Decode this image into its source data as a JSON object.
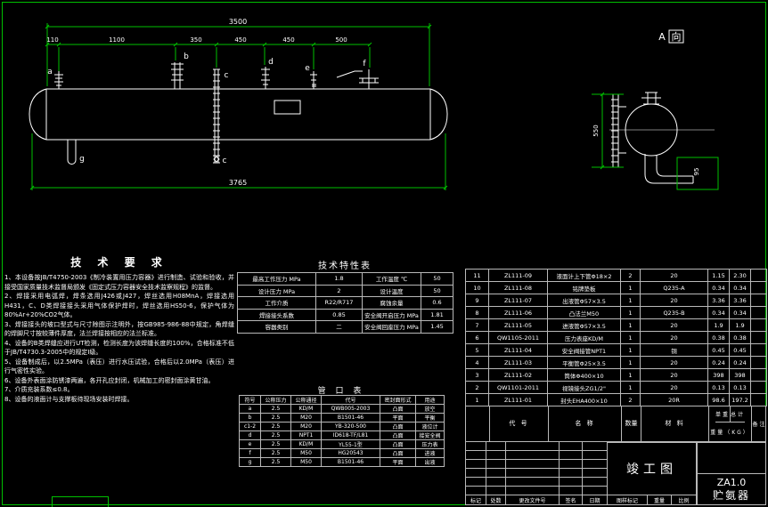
{
  "colors": {
    "background": "#000000",
    "line": "#ffffff",
    "accent_green": "#00c000"
  },
  "front_view": {
    "dims": {
      "total_top": "3500",
      "segments": [
        "110",
        "1100",
        "350",
        "450",
        "450",
        "500"
      ],
      "total_bottom": "3765"
    },
    "labels": {
      "a": "a",
      "b": "b",
      "c_top": "c",
      "c_bottom": "c",
      "d": "d",
      "e": "e",
      "f": "f",
      "g": "g"
    }
  },
  "a_view": {
    "title_a": "A",
    "title_b": "向",
    "dim_left": "550",
    "dim_right": "95"
  },
  "tech_requirements": {
    "title": "技 术 要 求",
    "items": [
      "1、本设备按JB/T4750-2003《制冷装置用压力容器》进行制造、试验和验收，并接受国家质量技术监督局颁发《固定式压力容器安全技术监察规程》的监督。",
      "2、焊接采用电弧焊，焊条选用J426或J427，焊丝选用H08MnA，焊接选用H431，C、D类焊接接头采用气体保护焊时，焊丝选用HS50-6，保护气体为80%Ar+20%CO2气体。",
      "3、焊接接头的坡口型式与尺寸除图示注明外，按GB985-986-88中规定，角焊缝的焊脚尺寸按较薄件厚度，法兰焊接按相应的法兰标准。",
      "4、设备的B类焊缝应进行UT检测，检测长度为该焊缝长度的100%，合格标准不低于JB/T4730.3-2005中的规定Ⅰ级。",
      "5、设备制成后，以2.5MPa（表压）进行水压试验，合格后以2.0MPa（表压）进行气密性实验。",
      "6、设备外表面涂防锈漆两遍，各开孔应封闭，机械加工的密封面涂黄甘油。",
      "7、介质充装系数≤0.8。",
      "8、设备的液面计与支撑板待现场安装时焊接。"
    ]
  },
  "tech_table": {
    "title": "技术特性表",
    "rows": [
      [
        "最高工作压力 MPa",
        "1.8",
        "工作温度 ℃",
        "50"
      ],
      [
        "设计压力 MPa",
        "2",
        "设计温度",
        "50"
      ],
      [
        "工作介质",
        "R22/R717",
        "腐蚀余量",
        "0.6"
      ],
      [
        "焊接接头系数",
        "0.85",
        "安全阀开启压力 MPa",
        "1.81"
      ],
      [
        "容器类别",
        "二",
        "安全阀回座压力 MPa",
        "1.45"
      ]
    ]
  },
  "nozzle_table": {
    "title": "管 口 表",
    "headers": [
      "符号",
      "公称压力",
      "公称通径",
      "代号",
      "密封面形式",
      "用途"
    ],
    "rows": [
      [
        "a",
        "2.5",
        "KD/M",
        "QWB005-2003",
        "凸面",
        "放空"
      ],
      [
        "b",
        "2.5",
        "M20",
        "B1501-46",
        "平面",
        "平衡"
      ],
      [
        "c1-2",
        "2.5",
        "M20",
        "YB-320-500",
        "凸面",
        "液位计"
      ],
      [
        "d",
        "2.5",
        "NPT1",
        "ID618-TF/L81",
        "凸面",
        "接安全阀"
      ],
      [
        "e",
        "2.5",
        "KD/M",
        "YL55-1型",
        "凸面",
        "压力表"
      ],
      [
        "f",
        "2.5",
        "M50",
        "HG20543",
        "凸面",
        "进液"
      ],
      [
        "g",
        "2.5",
        "M50",
        "B1501-46",
        "平面",
        "出液"
      ]
    ]
  },
  "bom": {
    "headers": {
      "code": "代  号",
      "name": "名  称",
      "qty": "数量",
      "mat": "材  料",
      "unit": "单重",
      "total": "总计",
      "kg": "重量（KG）",
      "note": "备 注"
    },
    "rows": [
      [
        "11",
        "ZL111-09",
        "液面计上下管Φ18×2",
        "2",
        "20",
        "1.15",
        "2.30"
      ],
      [
        "10",
        "ZL111-08",
        "铭牌垫板",
        "1",
        "Q235-A",
        "0.34",
        "0.34"
      ],
      [
        "9",
        "ZL111-07",
        "出液管Φ57×3.5",
        "1",
        "20",
        "3.36",
        "3.36"
      ],
      [
        "8",
        "ZL111-06",
        "凸法兰M50",
        "1",
        "Q235-B",
        "0.34",
        "0.34"
      ],
      [
        "7",
        "ZL111-05",
        "进液管Φ57×3.5",
        "1",
        "20",
        "1.9",
        "1.9"
      ],
      [
        "6",
        "QW1105-2011",
        "压力表座KD/M",
        "1",
        "20",
        "0.38",
        "0.38"
      ],
      [
        "5",
        "ZL111-04",
        "安全阀接管NPT1",
        "1",
        "铜",
        "0.45",
        "0.45"
      ],
      [
        "4",
        "ZL111-03",
        "平衡管Φ25×3.5",
        "1",
        "20",
        "0.24",
        "0.24"
      ],
      [
        "3",
        "ZL111-02",
        "筒体Φ400×10",
        "1",
        "20",
        "398",
        "398"
      ],
      [
        "2",
        "QW1101-2011",
        "视镜接头ZG1/2\"",
        "1",
        "20",
        "0.13",
        "0.13"
      ],
      [
        "1",
        "ZL111-01",
        "封头EHA400×10",
        "2",
        "20R",
        "98.6",
        "197.2"
      ]
    ]
  },
  "title_block": {
    "stage": "竣工图",
    "code": "ZA1.0",
    "name": "贮氨器",
    "rev_labels": [
      "标记",
      "处数",
      "更改文件号",
      "签名",
      "日期"
    ],
    "bottom_labels": [
      "图样标记",
      "重量",
      "比例"
    ]
  }
}
